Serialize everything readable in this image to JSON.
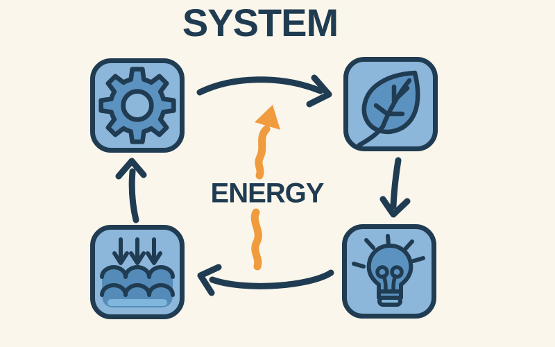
{
  "title": "SYSTEM",
  "energy_label": "ENERGY",
  "colors": {
    "background": "#FAF6EB",
    "outline_navy": "#203C52",
    "box_fill": "#8CB6DA",
    "icon_fill": "#5C92C0",
    "water_fill": "#548BB8",
    "water_highlight": "#7EB6DC",
    "energy_orange": "#EF9B3E"
  },
  "nodes": [
    {
      "id": "gear",
      "icon": "gear-icon",
      "position": "top-left"
    },
    {
      "id": "leaf",
      "icon": "leaf-icon",
      "position": "top-right"
    },
    {
      "id": "lightbulb",
      "icon": "lightbulb-icon",
      "position": "bottom-right"
    },
    {
      "id": "water",
      "icon": "water-icon",
      "position": "bottom-left"
    }
  ],
  "connections": [
    {
      "from": "gear",
      "to": "leaf"
    },
    {
      "from": "leaf",
      "to": "lightbulb"
    },
    {
      "from": "lightbulb",
      "to": "water"
    },
    {
      "from": "water",
      "to": "gear"
    }
  ],
  "center_arrow": {
    "color_name": "orange",
    "direction": "up",
    "style": "wavy"
  }
}
